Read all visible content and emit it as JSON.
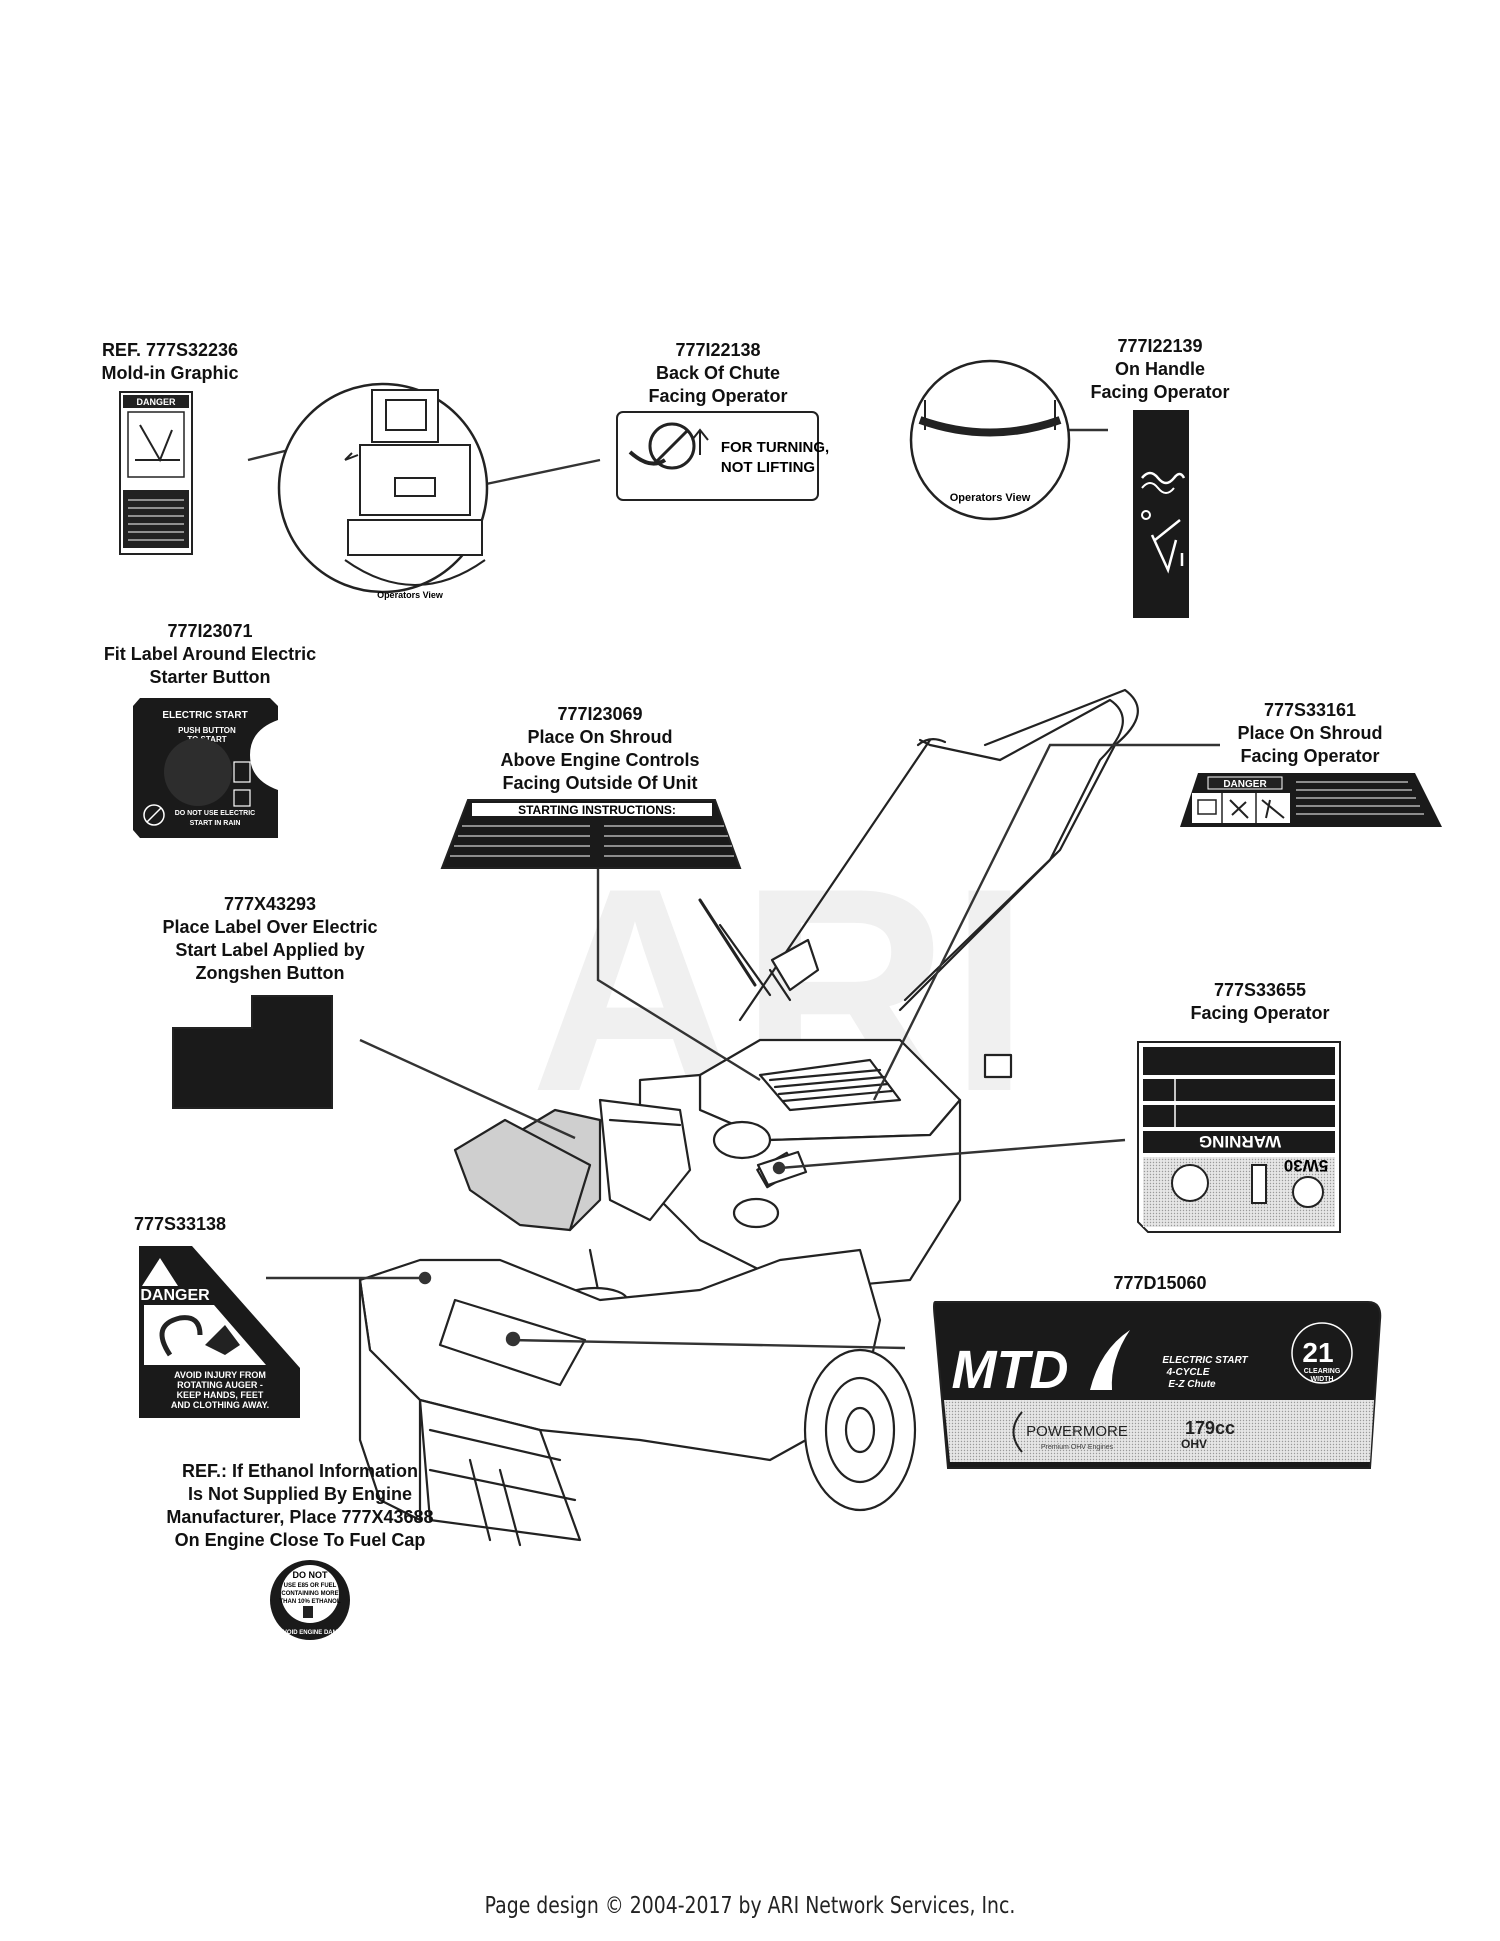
{
  "callouts": {
    "moldin": {
      "lines": [
        "REF. 777S32236",
        "Mold-in Graphic"
      ]
    },
    "chute": {
      "lines": [
        "777I22138",
        "Back Of Chute",
        "Facing Operator"
      ]
    },
    "handle": {
      "lines": [
        "777I22139",
        "On Handle",
        "Facing Operator"
      ]
    },
    "starter": {
      "lines": [
        "777I23071",
        "Fit Label Around Electric",
        "Starter Button"
      ]
    },
    "shroud_instructions": {
      "lines": [
        "777I23069",
        "Place On Shroud",
        "Above Engine Controls",
        "Facing Outside Of Unit"
      ]
    },
    "shroud_danger": {
      "lines": [
        "777S33161",
        "Place On Shroud",
        "Facing Operator"
      ]
    },
    "zongshen": {
      "lines": [
        "777X43293",
        "Place Label Over Electric",
        "Start Label Applied by",
        "Zongshen Button"
      ]
    },
    "warning": {
      "lines": [
        "777S33655",
        "Facing Operator"
      ]
    },
    "auger": {
      "lines": [
        "777S33138"
      ]
    },
    "brand": {
      "lines": [
        "777D15060"
      ]
    },
    "ethanol": {
      "lines": [
        "REF.: If Ethanol Information",
        "Is Not Supplied By Engine",
        "Manufacturer, Place 777X43688",
        "On Engine Close To Fuel Cap"
      ]
    }
  },
  "labels": {
    "danger_word": "DANGER",
    "operators_view": "Operators View",
    "turning_line1": "FOR TURNING,",
    "turning_line2": "NOT LIFTING",
    "electric_start": "ELECTRIC START",
    "push_button_1": "PUSH BUTTON",
    "push_button_2": "TO START",
    "no_rain_1": "DO NOT USE ELECTRIC",
    "no_rain_2": "START IN RAIN",
    "starting_instructions": "STARTING INSTRUCTIONS:",
    "warning_word": "WARNING",
    "oil_grade": "5W30",
    "auger_1": "AVOID INJURY FROM",
    "auger_2": "ROTATING AUGER -",
    "auger_3": "KEEP HANDS, FEET",
    "auger_4": "AND CLOTHING AWAY.",
    "brand_mtd": "MTD",
    "brand_electric_start": "ELECTRIC START",
    "brand_cycle": "4-CYCLE",
    "brand_chute": "E-Z Chute",
    "brand_size": "21",
    "brand_clearing": "CLEARING",
    "brand_width": "WIDTH",
    "brand_powermore": "POWERMORE",
    "brand_powermore_sub": "Premium OHV Engines",
    "brand_cc": "179cc",
    "brand_ohv": "OHV",
    "ethanol_1": "DO NOT",
    "ethanol_2": "USE E85 OR FUEL",
    "ethanol_3": "CONTAINING MORE",
    "ethanol_4": "THAN 10% ETHANOL",
    "ethanol_ring": "TO AVOID ENGINE DAMAGE",
    "watermark": "ARI"
  },
  "footer": "Page design © 2004-2017 by ARI Network Services, Inc."
}
